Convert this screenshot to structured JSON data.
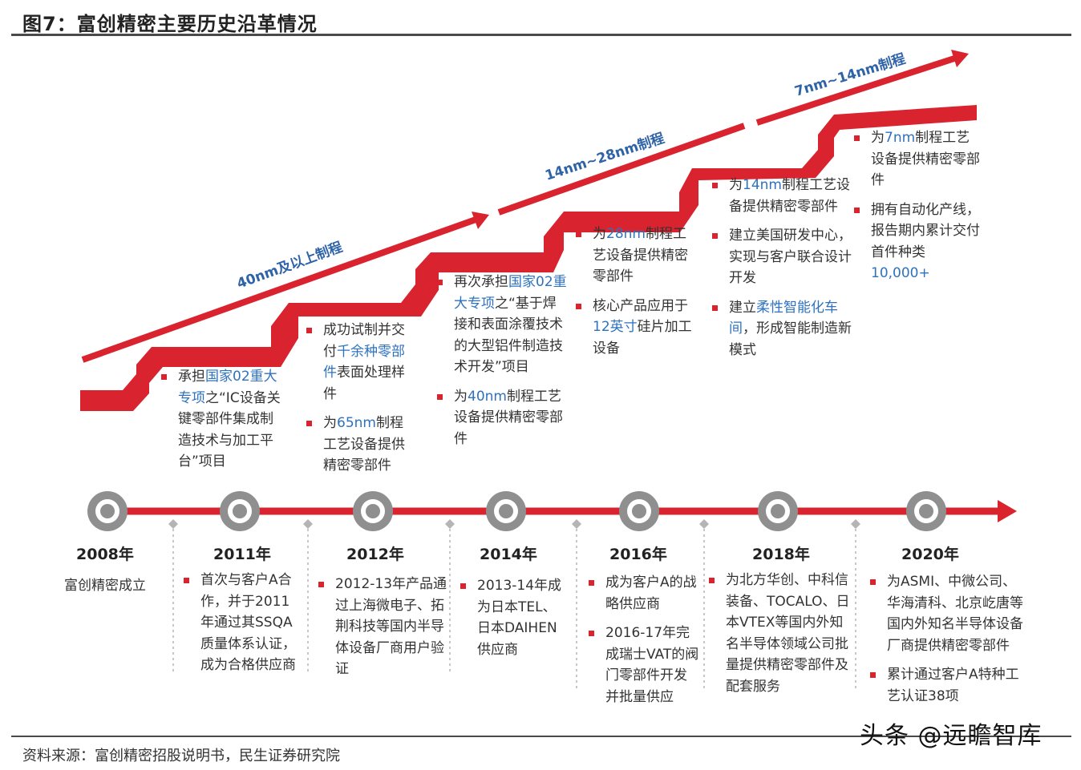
{
  "title": "图7：富创精密主要历史沿革情况",
  "source": "资料来源：富创精密招股说明书，民生证券研究院",
  "watermark": "头条 @远瞻智库",
  "colors": {
    "red": "#d9232e",
    "blue": "#2f63a8",
    "highlight": "#2e72bf",
    "node": "#8f8f8f"
  },
  "tech_labels": [
    "40nm及以上制程",
    "14nm~28nm制程",
    "7nm~14nm制程"
  ],
  "steps": [
    {
      "items": [
        {
          "pre": "承担",
          "hl": "国家02重大专项",
          "post": "之“IC设备关键零部件集成制造技术与加工平台”项目"
        }
      ]
    },
    {
      "items": [
        {
          "pre": "成功试制并交付",
          "hl": "千余种零部件",
          "post": "表面处理样件"
        },
        {
          "pre": "为",
          "hl": "65nm",
          "post": "制程工艺设备提供精密零部件"
        }
      ]
    },
    {
      "items": [
        {
          "pre": "再次承担",
          "hl": "国家02重大专项",
          "post": "之“基于焊接和表面涂覆技术的大型铝件制造技术开发”项目"
        },
        {
          "pre": "为",
          "hl": "40nm",
          "post": "制程工艺设备提供精密零部件"
        }
      ]
    },
    {
      "items": [
        {
          "pre": "为",
          "hl": "28nm",
          "post": "制程工艺设备提供精密零部件"
        },
        {
          "pre": "核心产品应用于",
          "hl": "12英寸",
          "post": "硅片加工设备"
        }
      ]
    },
    {
      "items": [
        {
          "pre": "为",
          "hl": "14nm",
          "post": "制程工艺设备提供精密零部件"
        },
        {
          "pre": "建立美国研发中心，实现与客户联合设计开发",
          "hl": "",
          "post": ""
        },
        {
          "pre": "建立",
          "hl": "柔性智能化车间",
          "post": "，形成智能制造新模式"
        }
      ]
    },
    {
      "items": [
        {
          "pre": "为",
          "hl": "7nm",
          "post": "制程工艺设备提供精密零部件"
        },
        {
          "pre": "拥有自动化产线，报告期内累计交付首件种类",
          "hl": "10,000+",
          "post": ""
        }
      ]
    }
  ],
  "timeline": [
    {
      "year": "2008年",
      "text": "富创精密成立",
      "items": []
    },
    {
      "year": "2011年",
      "items": [
        "首次与客户A合作，并于2011年通过其SSQA质量体系认证，成为合格供应商"
      ]
    },
    {
      "year": "2012年",
      "items": [
        "2012-13年产品通过上海微电子、拓荆科技等国内半导体设备厂商用户验证"
      ]
    },
    {
      "year": "2014年",
      "items": [
        "2013-14年成为日本TEL、日本DAIHEN供应商"
      ]
    },
    {
      "year": "2016年",
      "items": [
        "成为客户A的战略供应商",
        "2016-17年完成瑞士VAT的阀门零部件开发并批量供应"
      ]
    },
    {
      "year": "2018年",
      "items": [
        "为北方华创、中科信装备、TOCALO、日本VTEX等国内外知名半导体领域公司批量提供精密零部件及配套服务"
      ]
    },
    {
      "year": "2020年",
      "items": [
        "为ASMI、中微公司、华海清科、北京屹唐等国内外知名半导体设备厂商提供精密零部件",
        "累计通过客户A特种工艺认证38项"
      ]
    }
  ]
}
